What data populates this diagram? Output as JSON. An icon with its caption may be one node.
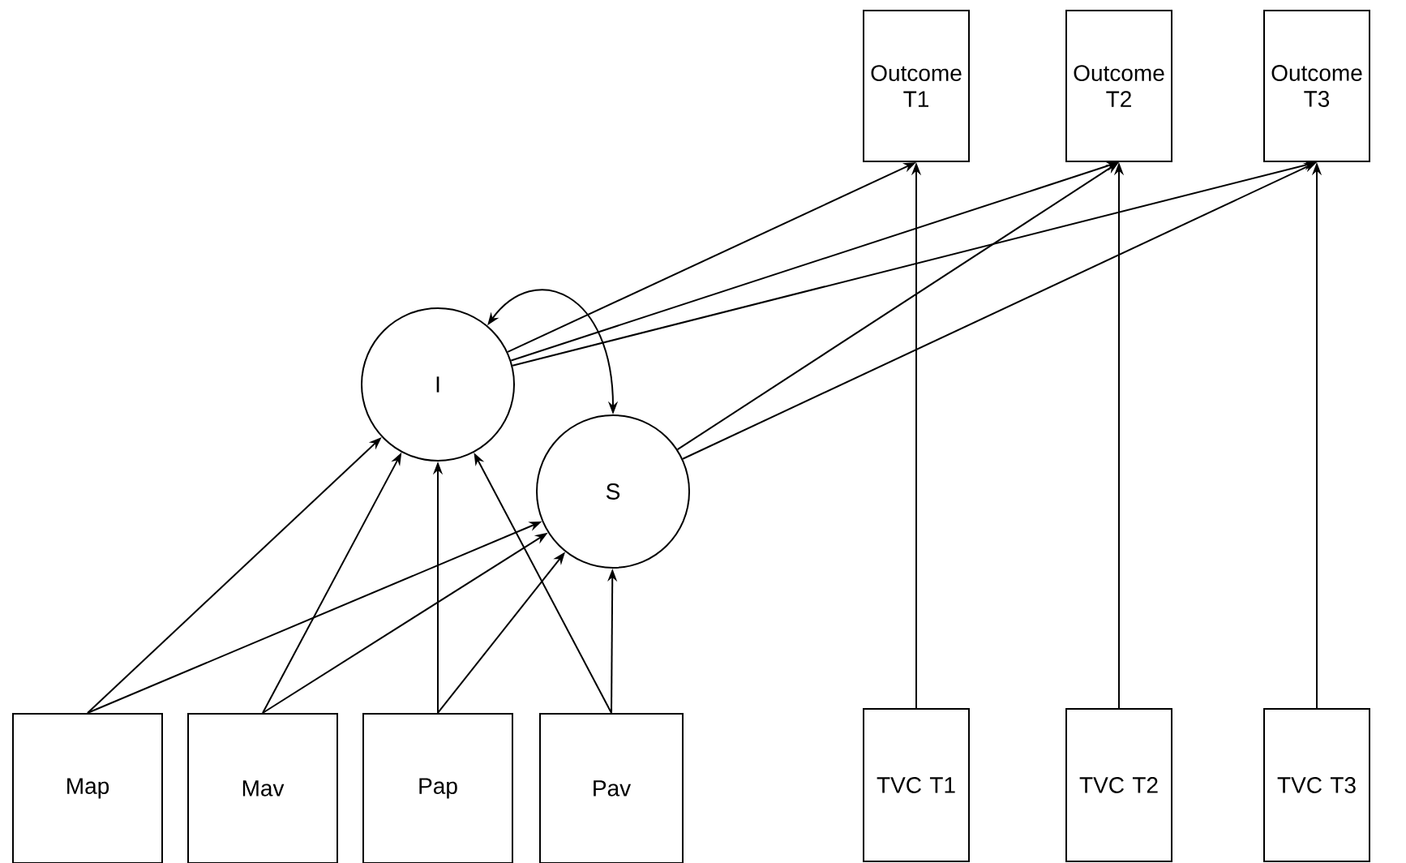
{
  "diagram": {
    "nodes": [
      {
        "text": [
          "Outcome T1"
        ]
      },
      {
        "text": [
          "Outcome T2"
        ]
      },
      {
        "text": [
          "Outcome T3"
        ]
      },
      {
        "text": [
          "I"
        ]
      },
      {
        "text": [
          "S"
        ]
      },
      {
        "text": [
          "Map"
        ]
      },
      {
        "text": [
          "Mav"
        ]
      },
      {
        "text": [
          "Pap"
        ]
      },
      {
        "text": [
          "Pav"
        ]
      },
      {
        "text": [
          "TVC T1"
        ]
      },
      {
        "text": [
          "TVC T2"
        ]
      },
      {
        "text": [
          "TVC T3"
        ]
      }
    ],
    "edges": [
      {
        "from": 3,
        "to": 0,
        "arrow": "to"
      },
      {
        "from": 3,
        "to": 1,
        "arrow": "to"
      },
      {
        "from": 3,
        "to": 2,
        "arrow": "to"
      },
      {
        "from": 4,
        "to": 1,
        "arrow": "to"
      },
      {
        "from": 4,
        "to": 2,
        "arrow": "to"
      },
      {
        "from": 3,
        "to": 4,
        "arrow": "both"
      },
      {
        "from": 5,
        "to": 3,
        "arrow": "to"
      },
      {
        "from": 5,
        "to": 4,
        "arrow": "to"
      },
      {
        "from": 6,
        "to": 3,
        "arrow": "to"
      },
      {
        "from": 6,
        "to": 4,
        "arrow": "to"
      },
      {
        "from": 7,
        "to": 3,
        "arrow": "to"
      },
      {
        "from": 7,
        "to": 4,
        "arrow": "to"
      },
      {
        "from": 8,
        "to": 3,
        "arrow": "to"
      },
      {
        "from": 8,
        "to": 4,
        "arrow": "to"
      },
      {
        "from": 9,
        "to": 0,
        "arrow": "to"
      },
      {
        "from": 10,
        "to": 1,
        "arrow": "to"
      },
      {
        "from": 11,
        "to": 2,
        "arrow": "to"
      }
    ]
  }
}
